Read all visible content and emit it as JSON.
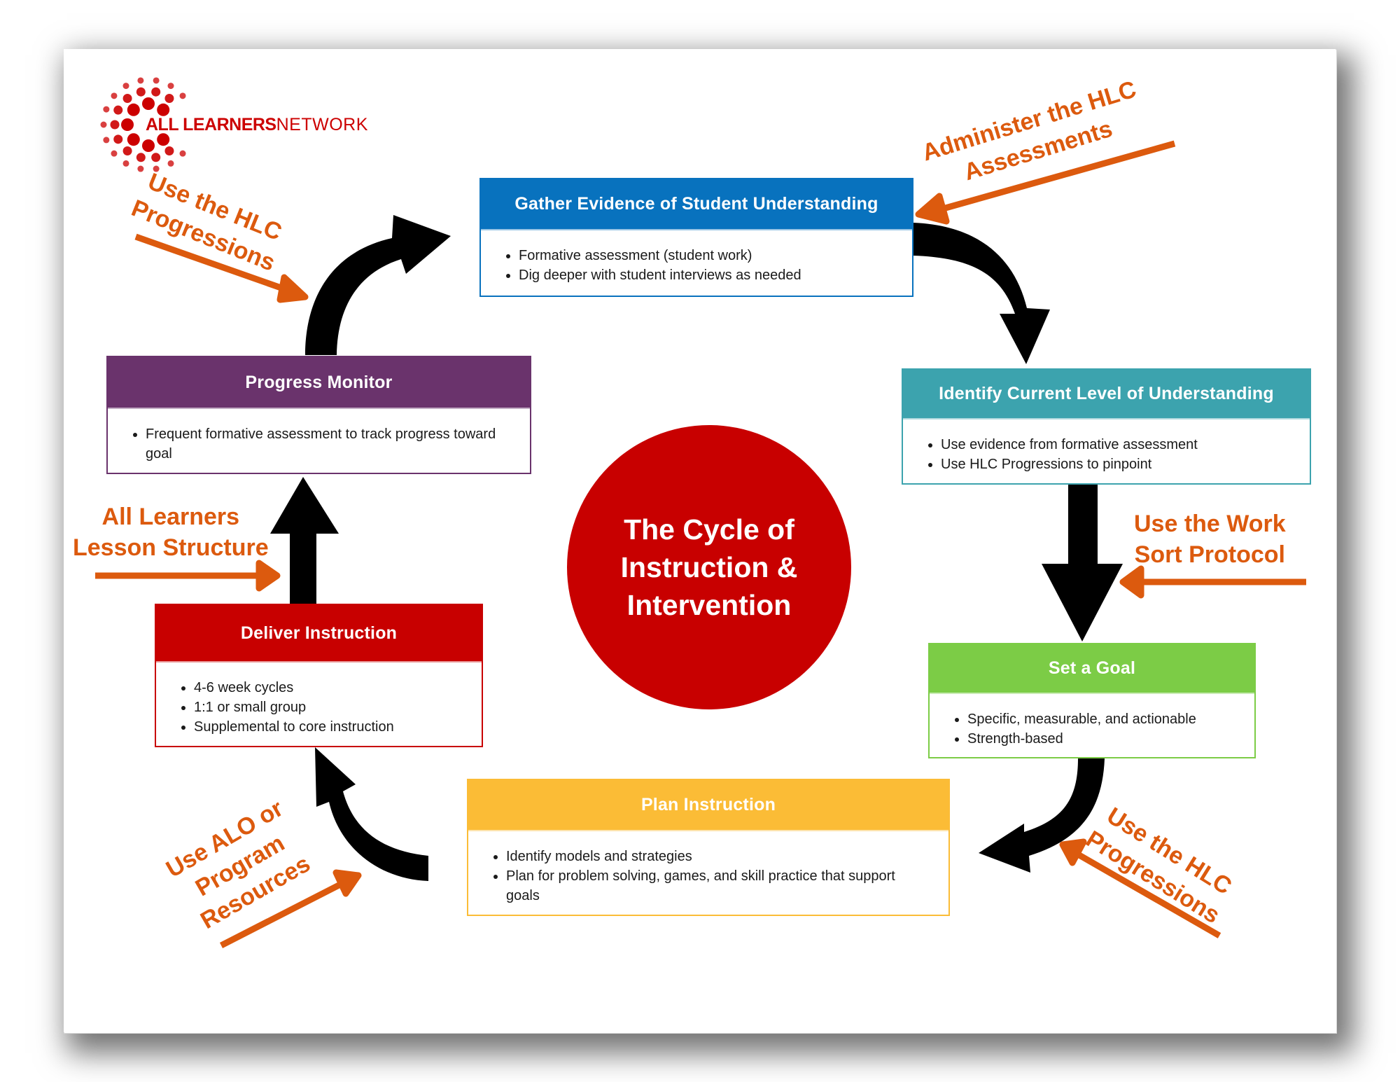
{
  "logo": {
    "bold": "ALL LEARNERS",
    "light": "NETWORK",
    "color": "#cc0000"
  },
  "center": {
    "title": "The Cycle of\nInstruction &\nIntervention",
    "color": "#c80000"
  },
  "steps": [
    {
      "id": "gather",
      "title": "Gather Evidence of Student Understanding",
      "color": "#0872be",
      "bullets": [
        "Formative assessment (student work)",
        "Dig deeper with student interviews as needed"
      ]
    },
    {
      "id": "identify",
      "title": "Identify Current Level of Understanding",
      "color": "#3ca3ae",
      "bullets": [
        "Use evidence from formative assessment",
        "Use HLC Progressions to pinpoint"
      ]
    },
    {
      "id": "goal",
      "title": "Set a Goal",
      "color": "#7ccc46",
      "bullets": [
        "Specific, measurable, and actionable",
        "Strength-based"
      ]
    },
    {
      "id": "plan",
      "title": "Plan Instruction",
      "color": "#fbbc36",
      "bullets": [
        "Identify models and strategies",
        "Plan for problem solving, games, and skill practice that support goals"
      ]
    },
    {
      "id": "deliver",
      "title": "Deliver Instruction",
      "color": "#c80000",
      "bullets": [
        "4-6 week cycles",
        "1:1 or small group",
        "Supplemental to core instruction"
      ]
    },
    {
      "id": "progress",
      "title": "Progress Monitor",
      "color": "#6a336c",
      "bullets": [
        "Frequent formative assessment to track progress toward goal"
      ]
    }
  ],
  "annotations": {
    "administer": "Administer the HLC\nAssessments",
    "work_sort": "Use the Work\nSort Protocol",
    "hlc_bottom": "Use the HLC\nProgressions",
    "alo": "Use ALO or\nProgram\nResources",
    "lesson": "All Learners\nLesson Structure",
    "hlc_top": "Use the HLC\nProgressions",
    "color": "#dc5a0e"
  }
}
